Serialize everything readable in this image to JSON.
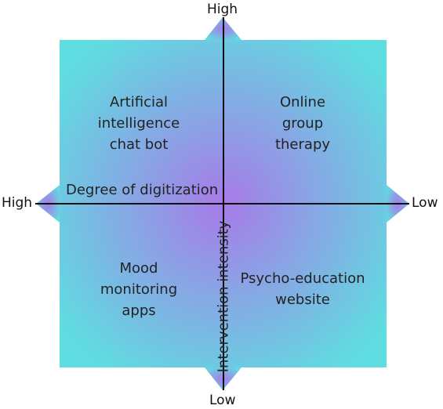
{
  "axes": {
    "vertical": {
      "label": "Intervention intensity",
      "top_end": "High",
      "bottom_end": "Low"
    },
    "horizontal": {
      "label": "Degree of digitization",
      "left_end": "High",
      "right_end": "Low"
    }
  },
  "quadrants": {
    "top_left": {
      "lines": [
        "Artificial",
        "intelligence",
        "chat bot"
      ]
    },
    "top_right": {
      "lines": [
        "Online",
        "group",
        "therapy"
      ]
    },
    "bottom_left": {
      "lines": [
        "Mood",
        "monitoring",
        "apps"
      ]
    },
    "bottom_right": {
      "lines": [
        "Psycho-education",
        "website"
      ]
    }
  },
  "colors": {
    "outer": "#5fdde0",
    "center": "#a87ae8",
    "axis": "#111111",
    "text": "#222222"
  }
}
